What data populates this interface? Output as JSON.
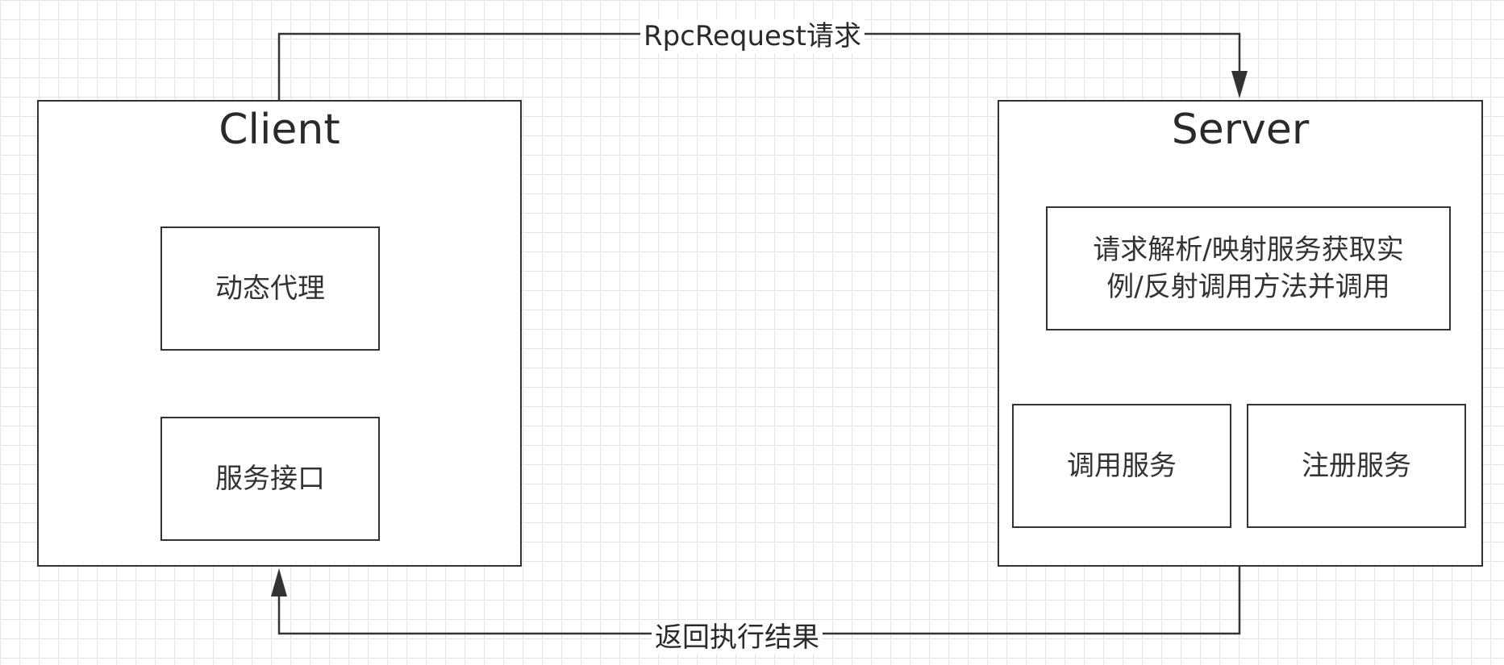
{
  "client": {
    "title": "Client",
    "dynamic_proxy": "动态代理",
    "service_interface": "服务接口"
  },
  "server": {
    "title": "Server",
    "request_processing": "请求解析/映射服务获取实例/反射调用方法并调用",
    "invoke_service": "调用服务",
    "register_service": "注册服务"
  },
  "edges": {
    "request_label": "RpcRequest请求",
    "response_label": "返回执行结果"
  },
  "colors": {
    "line": "#333333",
    "grid": "#e4e4e4",
    "background": "#ffffff"
  }
}
